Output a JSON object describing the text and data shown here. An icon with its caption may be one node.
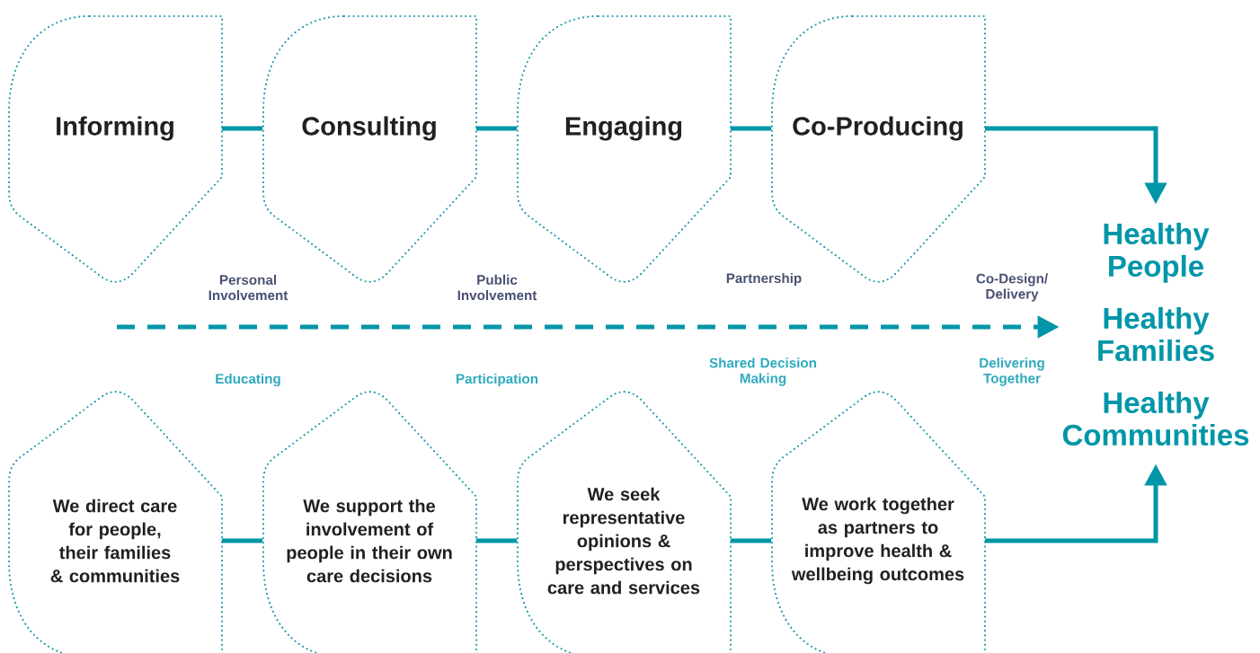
{
  "diagram": {
    "nodes": [
      {
        "text": [
          "Informing"
        ]
      },
      {
        "text": [
          "Consulting"
        ]
      },
      {
        "text": [
          "Engaging"
        ]
      },
      {
        "text": [
          "Co-Producing"
        ]
      },
      {
        "text": [
          "We direct care for people, their families & communities"
        ]
      },
      {
        "text": [
          "We support the involvement of people in their own care decisions"
        ]
      },
      {
        "text": [
          "We seek representative opinions & perspectives on care and services"
        ]
      },
      {
        "text": [
          "We work together as partners to improve health & wellbeing outcomes"
        ]
      },
      {
        "text": [
          "Healthy People",
          "Healthy Families",
          "Healthy Communities"
        ]
      }
    ],
    "edges": [
      {
        "from": 0,
        "to": 1,
        "arrow": "none"
      },
      {
        "from": 1,
        "to": 2,
        "arrow": "none"
      },
      {
        "from": 2,
        "to": 3,
        "arrow": "none"
      },
      {
        "from": 3,
        "to": 8,
        "arrow": "to"
      },
      {
        "from": 4,
        "to": 5,
        "arrow": "none"
      },
      {
        "from": 5,
        "to": 6,
        "arrow": "none"
      },
      {
        "from": 6,
        "to": 7,
        "arrow": "none"
      },
      {
        "from": 7,
        "to": 8,
        "arrow": "to"
      },
      {
        "from": null,
        "to": 8,
        "arrow": "to",
        "style": "dashed"
      }
    ],
    "labels": [
      "Personal Involvement",
      "Public Involvement",
      "Partnership",
      "Co-Design/ Delivery",
      "Educating",
      "Participation",
      "Shared Decision Making",
      "Delivering Together"
    ]
  }
}
